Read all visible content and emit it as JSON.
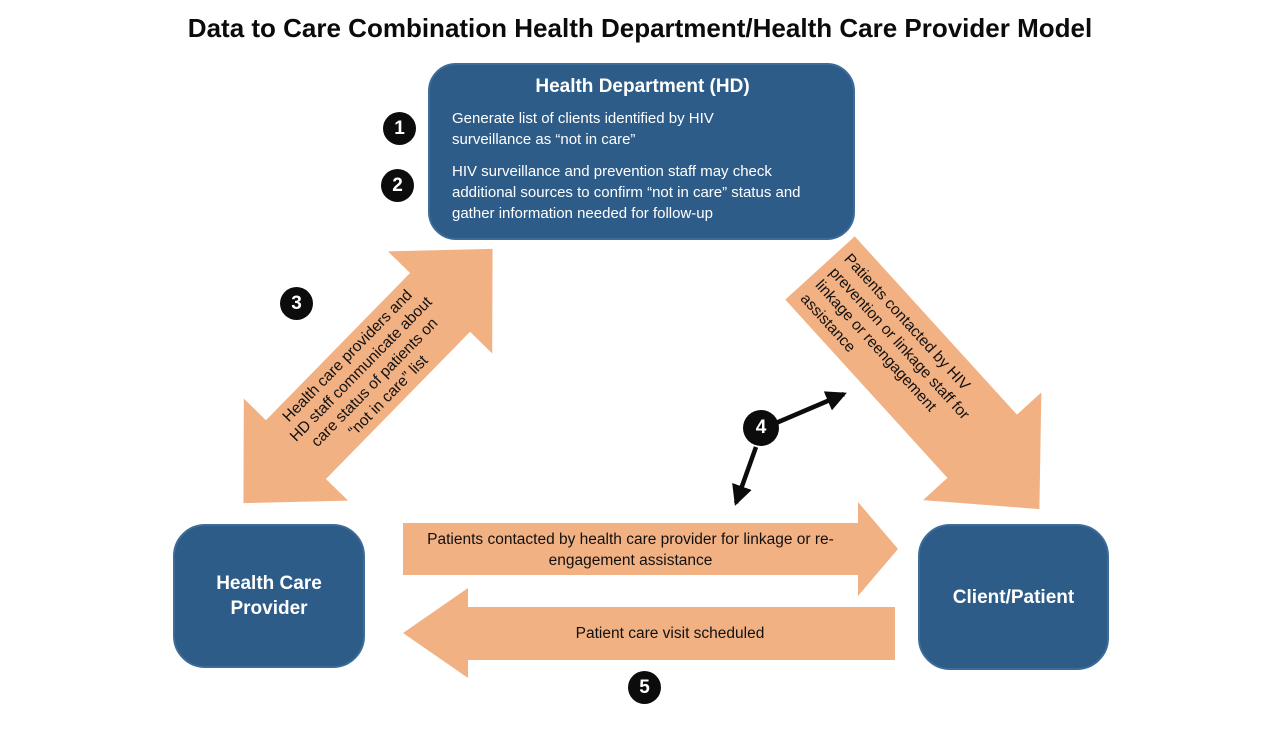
{
  "title": "Data to Care Combination Health Department/Health Care Provider Model",
  "colors": {
    "box_blue": "#2E5C88",
    "box_border_blue": "#3E6C9A",
    "arrow_orange": "#F2B183",
    "badge_black": "#0C0C0C",
    "box_text_white": "#FFFFFF",
    "arrow_text_black": "#111111"
  },
  "hd_box": {
    "title": "Health Department (HD)",
    "item1": "Generate list of clients identified by HIV surveillance as “not in care”",
    "item2": "HIV surveillance and prevention staff may check additional sources to confirm “not in care” status and gather information needed for follow-up"
  },
  "provider_box": {
    "label": "Health Care Provider"
  },
  "client_box": {
    "label": "Client/Patient"
  },
  "steps": [
    "1",
    "2",
    "3",
    "4",
    "5"
  ],
  "arrows": {
    "hd_provider": {
      "lines": [
        "Health care providers and",
        "HD staff communicate about",
        "care status of patients on",
        "“not in care” list"
      ]
    },
    "hd_client": {
      "lines": [
        "Patients contacted by HIV",
        "prevention or linkage staff for",
        "linkage or reengagement",
        "assistance"
      ]
    },
    "provider_client": {
      "label": "Patients contacted by health care provider for linkage or re-engagement assistance"
    },
    "client_provider": {
      "label": "Patient care visit scheduled"
    }
  }
}
